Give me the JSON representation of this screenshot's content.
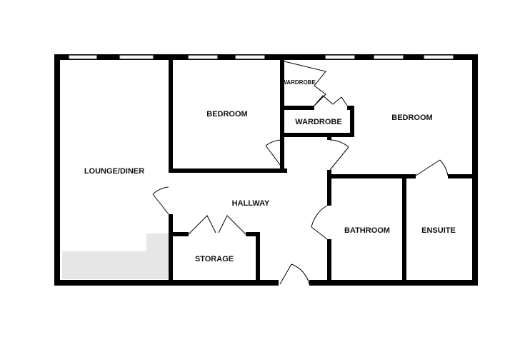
{
  "plan": {
    "colors": {
      "wall": "#000000",
      "floor": "#ffffff",
      "kitchen_shade": "#e6e6e6",
      "window": "#d0d0d0"
    },
    "rooms": {
      "lounge": "LOUNGE/DINER",
      "bedroom_1": "BEDROOM",
      "bedroom_2": "BEDROOM",
      "wardrobe_small": "WARDROBE",
      "wardrobe_large": "WARDROBE",
      "hallway": "HALLWAY",
      "storage": "STORAGE",
      "bathroom": "BATHROOM",
      "ensuite": "ENSUITE"
    }
  }
}
